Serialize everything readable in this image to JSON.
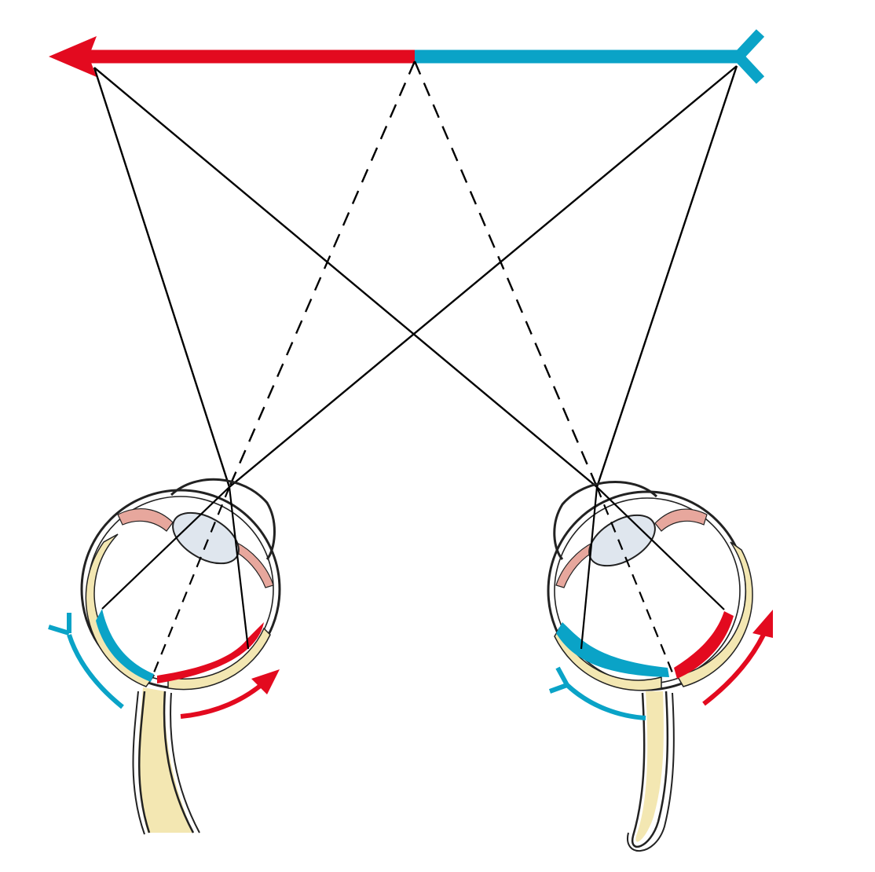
{
  "diagram": {
    "type": "binocular-vision-illustration",
    "description_labels": [],
    "colors": {
      "object_left_half": "#e30a1f",
      "object_right_half": "#0aa3c7",
      "sight_line": "#000000",
      "optic_nerve_fill": "#f3e7b2",
      "eye_outline": "#222222",
      "lens_fill": "#dfe6ee",
      "ciliary_muscle": "#e7a79d",
      "background": "#ffffff"
    },
    "icons": {
      "object_arrow_head": "arrow-head-icon",
      "object_arrow_tail": "arrow-tail-icon",
      "image_arrow_head": "arrow-head-icon",
      "image_arrow_tail": "arrow-tail-icon"
    },
    "sight_lines": {
      "solid": "solid",
      "dashed": "dashed"
    }
  }
}
